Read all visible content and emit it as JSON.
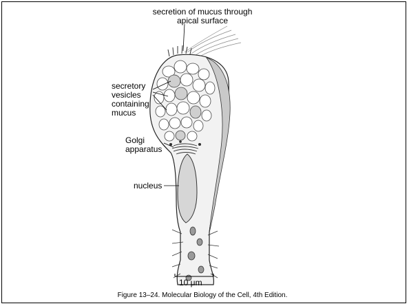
{
  "labels": {
    "secretion_line1": "secretion of mucus through",
    "secretion_line2": "apical surface",
    "vesicles_line1": "secretory",
    "vesicles_line2": "vesicles",
    "vesicles_line3": "containing",
    "vesicles_line4": "mucus",
    "golgi_line1": "Golgi",
    "golgi_line2": "apparatus",
    "nucleus": "nucleus",
    "scale": "10 μm"
  },
  "caption": "Figure 13–24. Molecular Biology of the Cell, 4th Edition."
}
